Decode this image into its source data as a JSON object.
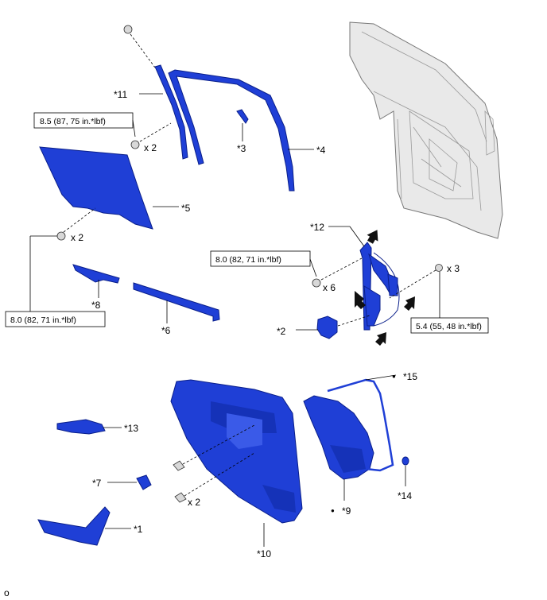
{
  "labels": {
    "p1": "*1",
    "p2": "*2",
    "p3": "*3",
    "p4": "*4",
    "p5": "*5",
    "p6": "*6",
    "p7": "*7",
    "p8": "*8",
    "p9": "*9",
    "p10": "*10",
    "p11": "*11",
    "p12": "*12",
    "p13": "*13",
    "p14": "*14",
    "p15": "*15"
  },
  "quantities": {
    "q_top_left": "x 2",
    "q_mid_left": "x 2",
    "q_center": "x 6",
    "q_right": "x 3",
    "q_bottom": "x 2"
  },
  "torques": {
    "t1": "8.5 (87, 75 in.*lbf)",
    "t2": "8.0 (82, 71 in.*lbf)",
    "t3": "8.0 (82, 71 in.*lbf)",
    "t4": "5.4 (55, 48 in.*lbf)"
  },
  "symbols": {
    "dot": "●"
  },
  "footer": {
    "code": "o"
  },
  "colors": {
    "part_blue": "#1f3fd6",
    "frame_grey": "#e9e9e9"
  }
}
